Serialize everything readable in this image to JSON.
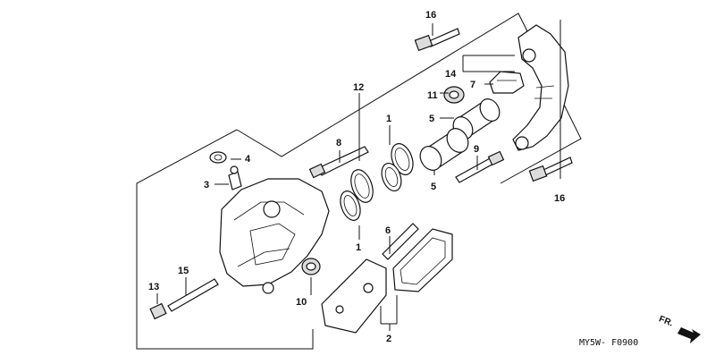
{
  "diagram": {
    "labels": {
      "l1a": "1",
      "l1b": "1",
      "l2": "2",
      "l3": "3",
      "l4": "4",
      "l5a": "5",
      "l5b": "5",
      "l6": "6",
      "l7": "7",
      "l8": "8",
      "l9": "9",
      "l10": "10",
      "l11": "11",
      "l12": "12",
      "l13": "13",
      "l14": "14",
      "l15": "15",
      "l16a": "16",
      "l16b": "16"
    },
    "direction_label": "FR.",
    "drawing_code": "MY5W- F0900"
  }
}
